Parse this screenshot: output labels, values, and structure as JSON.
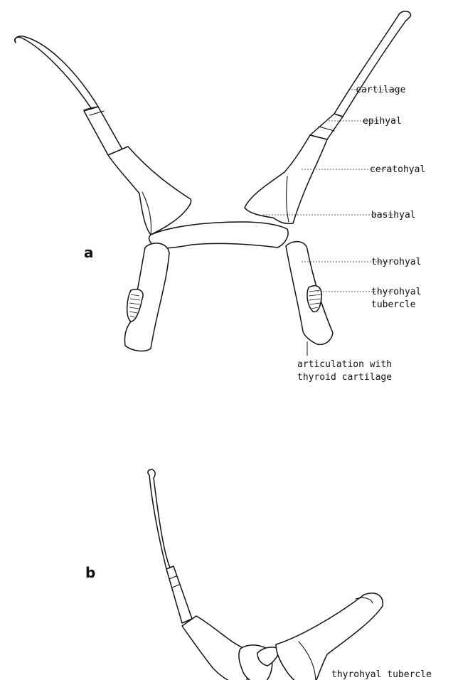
{
  "figure": {
    "panel_a": {
      "letter": "a",
      "labels": {
        "cartilage": "cartilage",
        "epihyal": "epihyal",
        "ceratohyal": "ceratohyal",
        "basihyal": "basihyal",
        "thyrohyal": "thyrohyal",
        "thyrohyal_tubercle_1": "thyrohyal",
        "thyrohyal_tubercle_2": "tubercle",
        "articulation_1": "articulation with",
        "articulation_2": "thyroid cartilage"
      }
    },
    "panel_b": {
      "letter": "b",
      "labels": {
        "thyrohyal_tubercle": "thyrohyal tubercle"
      }
    }
  }
}
